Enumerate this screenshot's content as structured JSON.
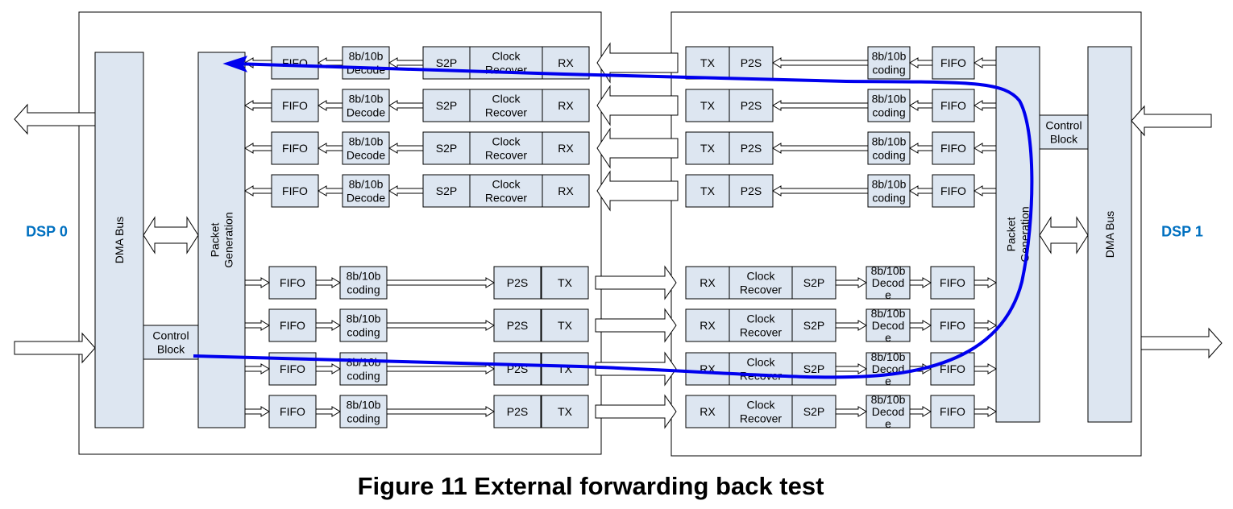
{
  "colors": {
    "box_fill": "#dde6f1",
    "stroke": "#000000",
    "path": "#0000ee",
    "dsp_label": "#0070c0"
  },
  "diagram": {
    "dsp0_label": "DSP 0",
    "dsp1_label": "DSP 1",
    "dma_bus": "DMA Bus",
    "packet_generation": [
      "Packet",
      "Generation"
    ],
    "control_block": [
      "Control",
      "Block"
    ],
    "fifo": "FIFO",
    "decode": [
      "8b/10b",
      "Decode"
    ],
    "coding": [
      "8b/10b",
      "coding"
    ],
    "decod_e": [
      "8b/10b",
      "Decod",
      "e"
    ],
    "s2p": "S2P",
    "p2s": "P2S",
    "clock_recover": [
      "Clock",
      "Recover"
    ],
    "rx": "RX",
    "tx": "TX",
    "lane_count_per_direction": 4
  },
  "caption": "Figure 11    External forwarding back test"
}
